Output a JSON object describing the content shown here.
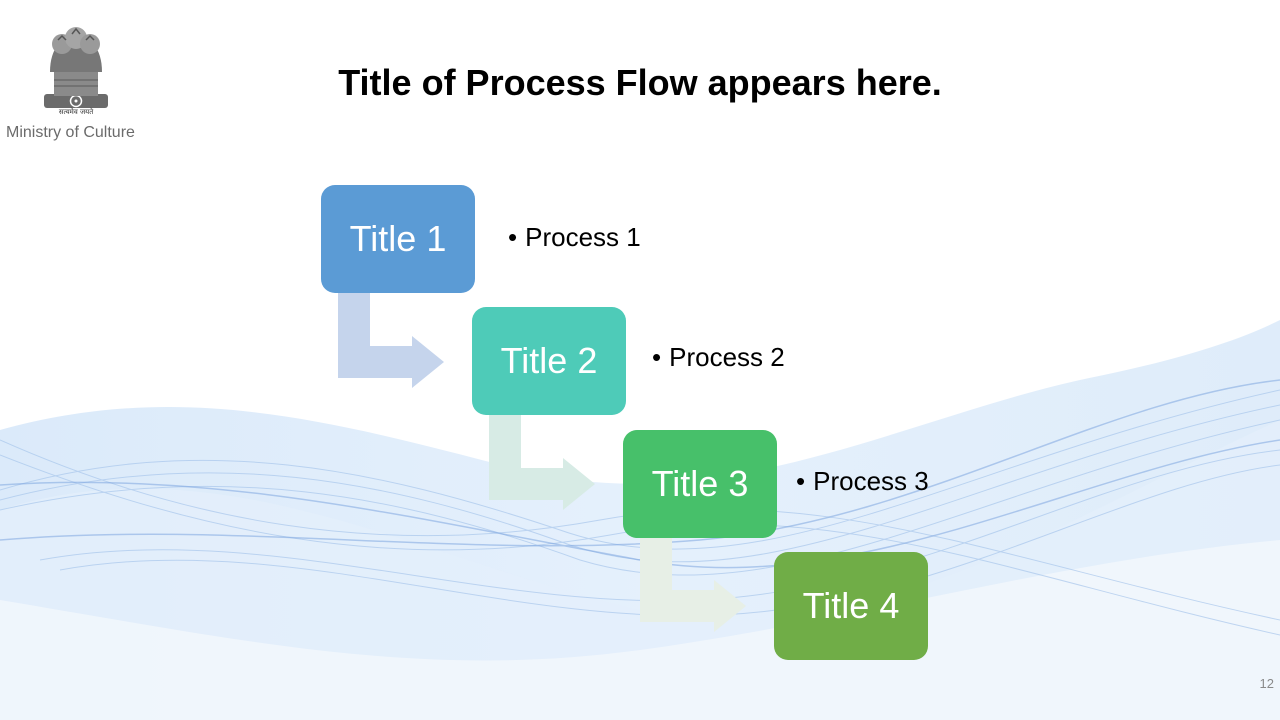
{
  "header": {
    "title": "Title of Process Flow appears here.",
    "ministry": "Ministry of Culture",
    "motto": "सत्यमेव जयते"
  },
  "flow": {
    "steps": [
      {
        "title": "Title 1",
        "process": "Process 1",
        "color": "#5b9bd5"
      },
      {
        "title": "Title 2",
        "process": "Process 2",
        "color": "#4ecbb8"
      },
      {
        "title": "Title 3",
        "process": "Process 3",
        "color": "#47c06a"
      },
      {
        "title": "Title 4",
        "process": "",
        "color": "#70ad47"
      }
    ],
    "connector_colors": [
      "#c5d4ec",
      "#d7ebe5",
      "#e7efe6"
    ]
  },
  "footer": {
    "page_number": "12"
  }
}
